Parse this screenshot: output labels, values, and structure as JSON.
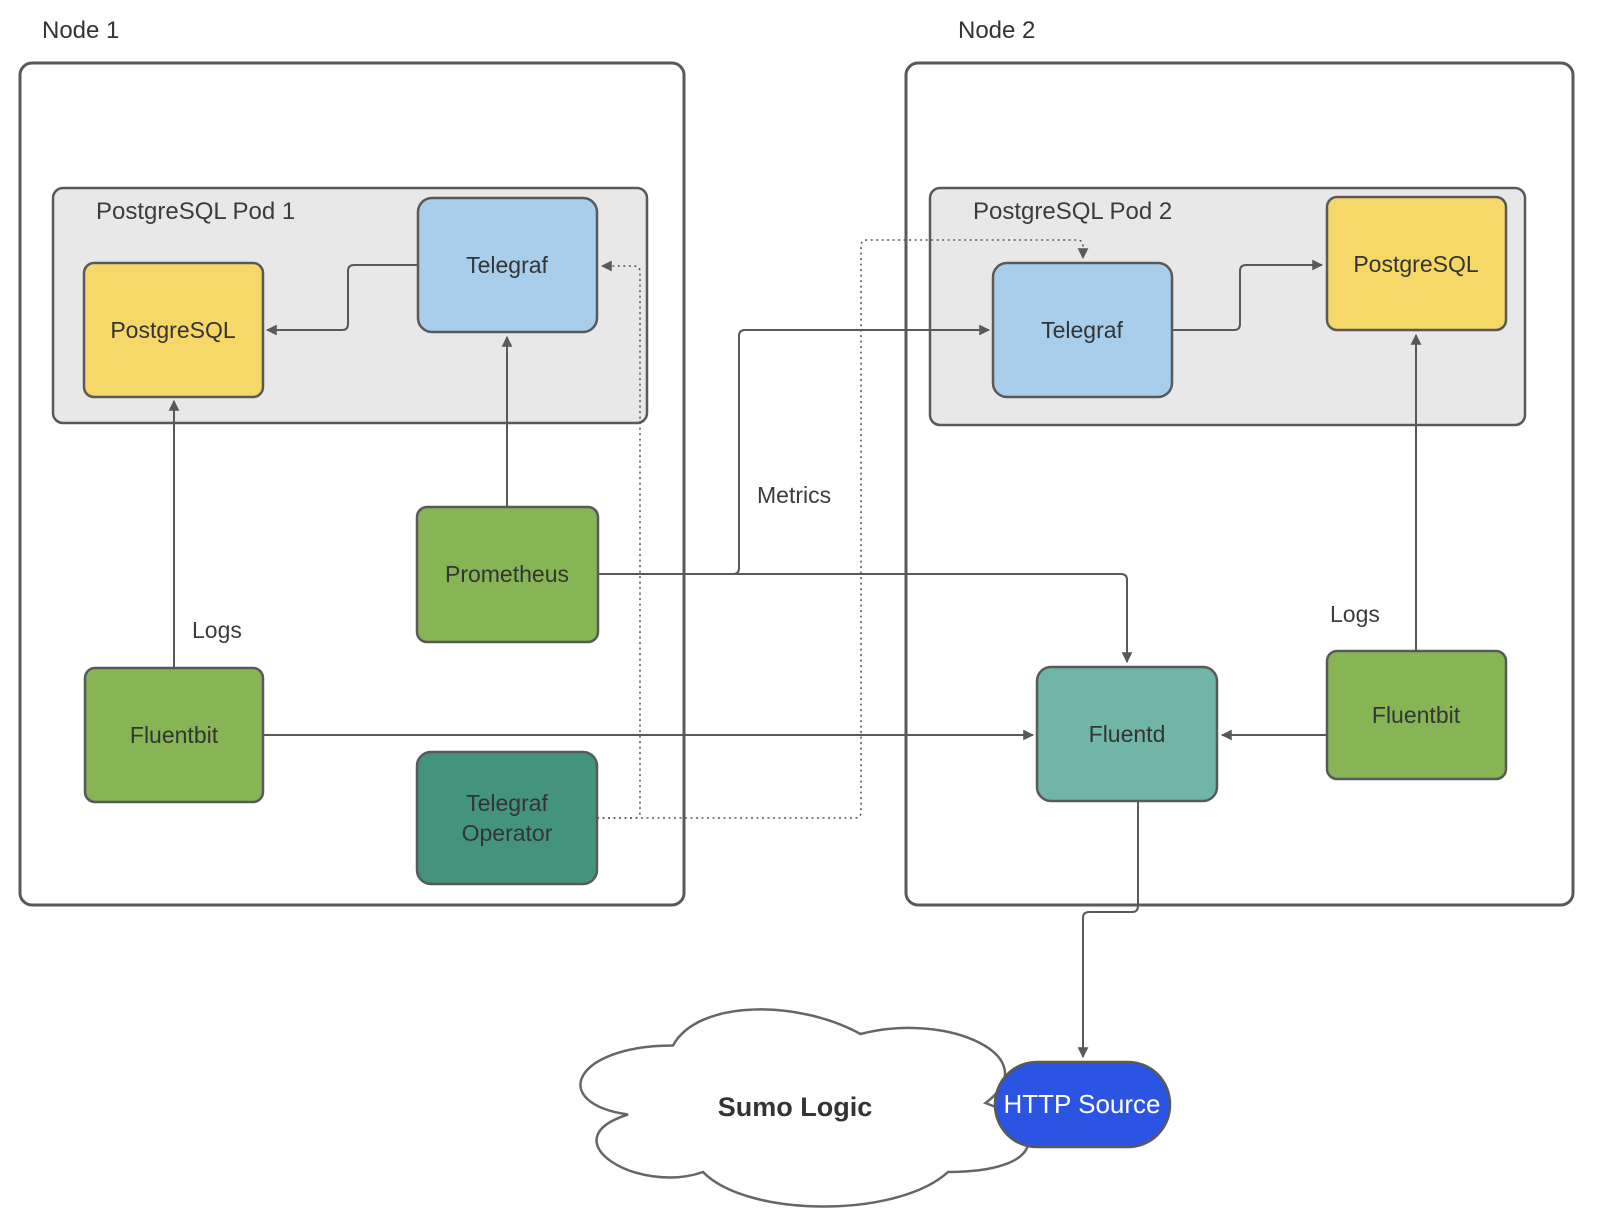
{
  "diagram": {
    "node1": {
      "title": "Node  1"
    },
    "node2": {
      "title": "Node  2"
    },
    "pod1": {
      "title": "PostgreSQL Pod 1"
    },
    "pod2": {
      "title": "PostgreSQL Pod 2"
    },
    "boxes": {
      "postgresql_1": {
        "label": "PostgreSQL"
      },
      "telegraf_1": {
        "label": "Telegraf"
      },
      "prometheus": {
        "label": "Prometheus"
      },
      "fluentbit_left": {
        "label": "Fluentbit"
      },
      "telegraf_operator": {
        "lines": [
          "Telegraf",
          "Operator"
        ]
      },
      "telegraf_2": {
        "label": "Telegraf"
      },
      "postgresql_2": {
        "label": "PostgreSQL"
      },
      "fluentd": {
        "label": "Fluentd"
      },
      "fluentbit_right": {
        "label": "Fluentbit"
      },
      "http_source": {
        "label": "HTTP Source"
      }
    },
    "cloud": {
      "label": "Sumo Logic"
    },
    "edge_labels": {
      "logs_left": "Logs",
      "logs_right": "Logs",
      "metrics": "Metrics"
    },
    "colors": {
      "yellow": "#F5D867",
      "blue": "#A8CEEB",
      "green": "#87B556",
      "dark_teal": "#44947D",
      "teal": "#70B5A7",
      "pod_gray": "#E8E8E8",
      "http_blue": "#2B54E2",
      "sumo_text_blue": "#1E79BE",
      "line_gray": "#595959",
      "white": "#FFFFFF"
    }
  }
}
